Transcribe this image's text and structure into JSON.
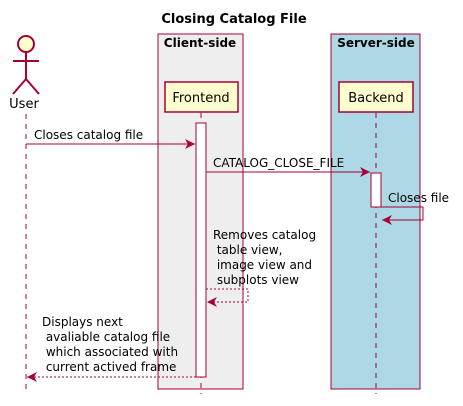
{
  "title": "Closing Catalog File",
  "boxes": {
    "client": {
      "label": "Client-side",
      "fill": "#eeeeee"
    },
    "server": {
      "label": "Server-side",
      "fill": "#add8e6"
    }
  },
  "participants": {
    "user": "User",
    "frontend": "Frontend",
    "backend": "Backend"
  },
  "messages": {
    "m1": "Closes catalog file",
    "m2": "CATALOG_CLOSE_FILE",
    "m3": "Closes file",
    "m4": [
      "Removes catalog",
      " table view,",
      " image view and",
      " subplots view"
    ],
    "m5": [
      "Displays next",
      " avaliable catalog file",
      " which associated with",
      " current actived frame"
    ]
  },
  "colors": {
    "arrow": "#a80036",
    "participant_fill": "#fefece",
    "actor_fill": "#fefece"
  }
}
